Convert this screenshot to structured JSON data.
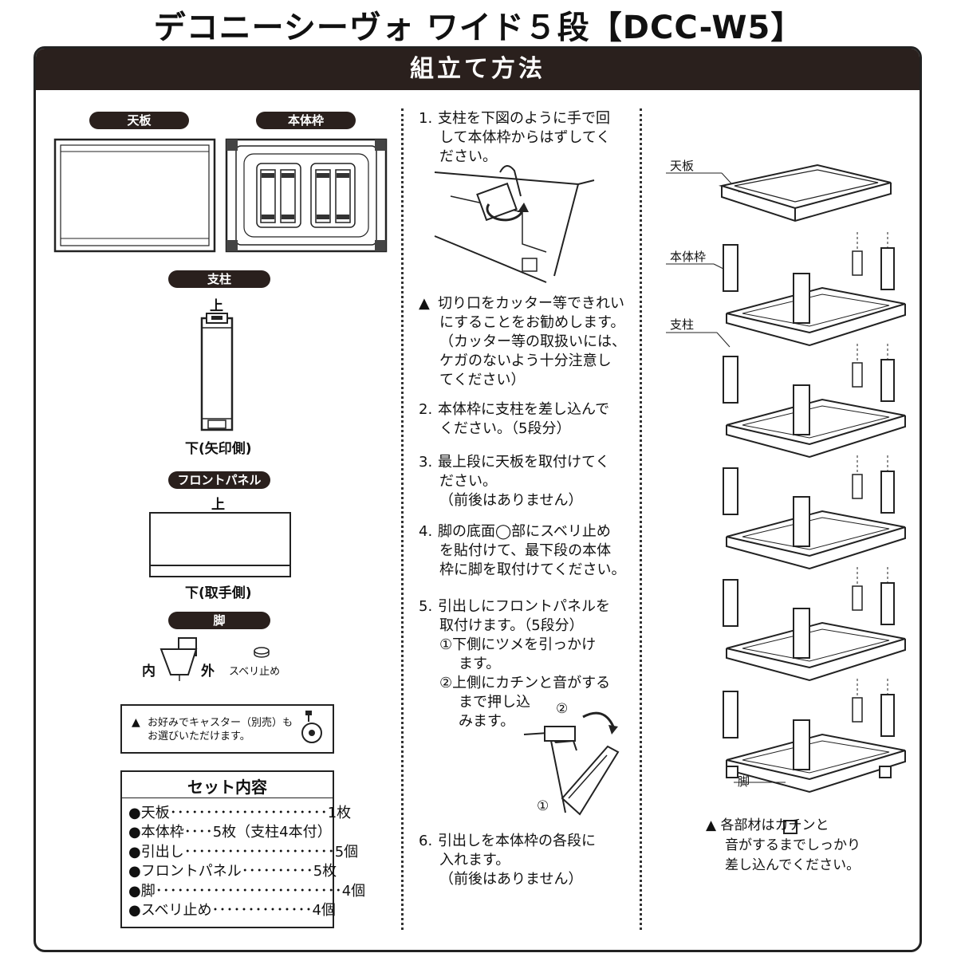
{
  "title": "デコニーシーヴォ ワイド５段【DCC-W5】",
  "banner": "組立て方法",
  "parts": {
    "tenita": "天板",
    "hontaiwaku": "本体枠",
    "shichu": "支柱",
    "shichu_top": "上",
    "shichu_bottom": "下(矢印側)",
    "front_panel": "フロントパネル",
    "front_top": "上",
    "front_bottom": "下(取手側)",
    "ashi": "脚",
    "ashi_inner": "内",
    "ashi_outer": "外",
    "suberi": "スベリ止め",
    "caster_note_1": "お好みでキャスター（別売）も",
    "caster_note_2": "お選びいただけます。"
  },
  "set_contents": {
    "header": "セット内容",
    "rows": [
      "●天板･･････････････････････1枚",
      "●本体枠････5枚（支柱4本付）",
      "●引出し･････････････････････5個",
      "●フロントパネル･･････････5枚",
      "●脚･･････････････････････････4個",
      "●スベリ止め･･････････････4個"
    ]
  },
  "steps": {
    "s1_num": "1.",
    "s1": [
      "支柱を下図のように手で回",
      "して本体枠からはずしてく",
      "ださい。"
    ],
    "warn": [
      "切り口をカッター等できれい",
      "にすることをお勧めします。",
      "（カッター等の取扱いには、",
      "ケガのないよう十分注意し",
      "てください）"
    ],
    "s2_num": "2.",
    "s2": [
      "本体枠に支柱を差し込んで",
      "ください。（5段分）"
    ],
    "s3_num": "3.",
    "s3": [
      "最上段に天板を取付けてく",
      "ださい。",
      "（前後はありません）"
    ],
    "s4_num": "4.",
    "s4": [
      "脚の底面◯部にスベリ止め",
      "を貼付けて、最下段の本体",
      "枠に脚を取付けてください。"
    ],
    "s5_num": "5.",
    "s5": [
      "引出しにフロントパネルを",
      "取付けます。（5段分）",
      "①下側にツメを引っかけ",
      "ます。",
      "②上側にカチンと音がする",
      "まで押し込",
      "みます。"
    ],
    "s6_num": "6.",
    "s6": [
      "引出しを本体枠の各段に",
      "入れます。",
      "（前後はありません）"
    ],
    "circle1": "①",
    "circle2": "②"
  },
  "right": {
    "label_tenita": "天板",
    "label_hontaiwaku": "本体枠",
    "label_shichu": "支柱",
    "label_ashi": "脚",
    "note": [
      "各部材はカチンと",
      "音がするまでしっかり",
      "差し込んでください。"
    ]
  }
}
